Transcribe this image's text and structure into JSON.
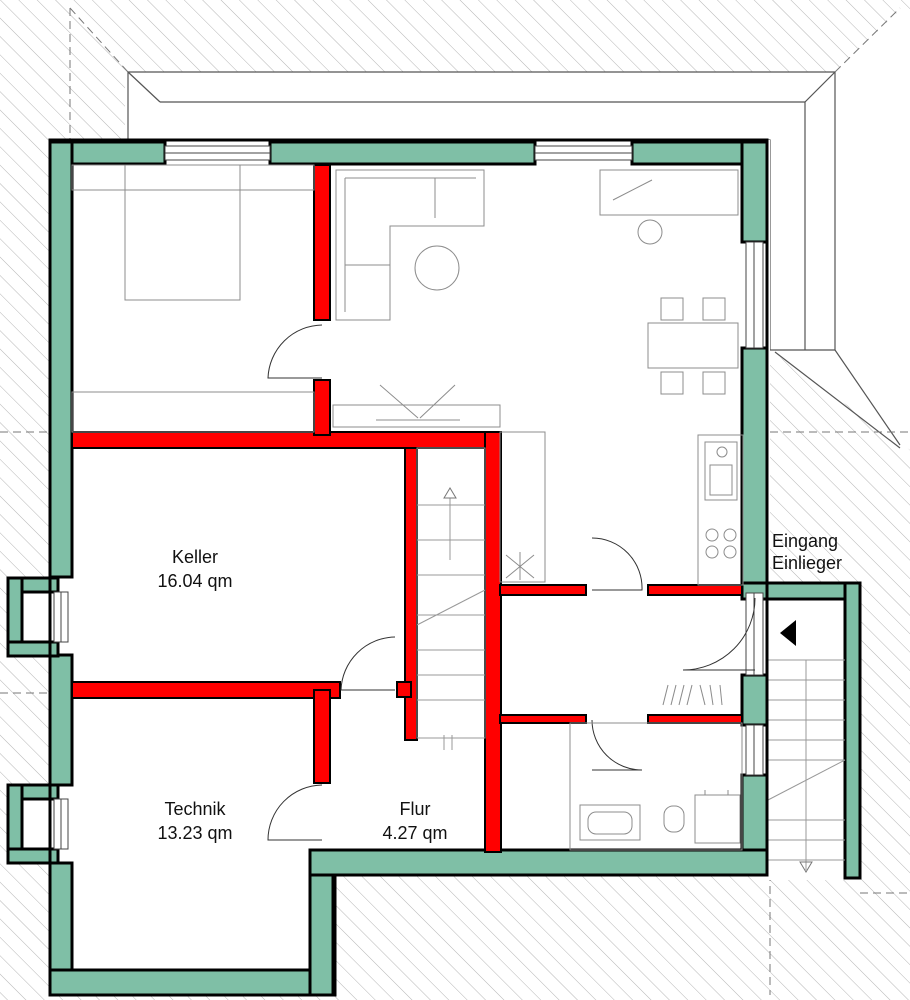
{
  "rooms": [
    {
      "id": "keller",
      "name": "Keller",
      "area": "16.04 qm"
    },
    {
      "id": "technik",
      "name": "Technik",
      "area": "13.23 qm"
    },
    {
      "id": "flur",
      "name": "Flur",
      "area": "4.27 qm"
    }
  ],
  "entrance": {
    "line1": "Eingang",
    "line2": "Einlieger"
  },
  "colors": {
    "exterior_wall": "#7fbfa6",
    "interior_wall": "#ff0000",
    "outline": "#000000",
    "hatch": "#b5b5b5",
    "furniture": "#8c8c8c"
  }
}
